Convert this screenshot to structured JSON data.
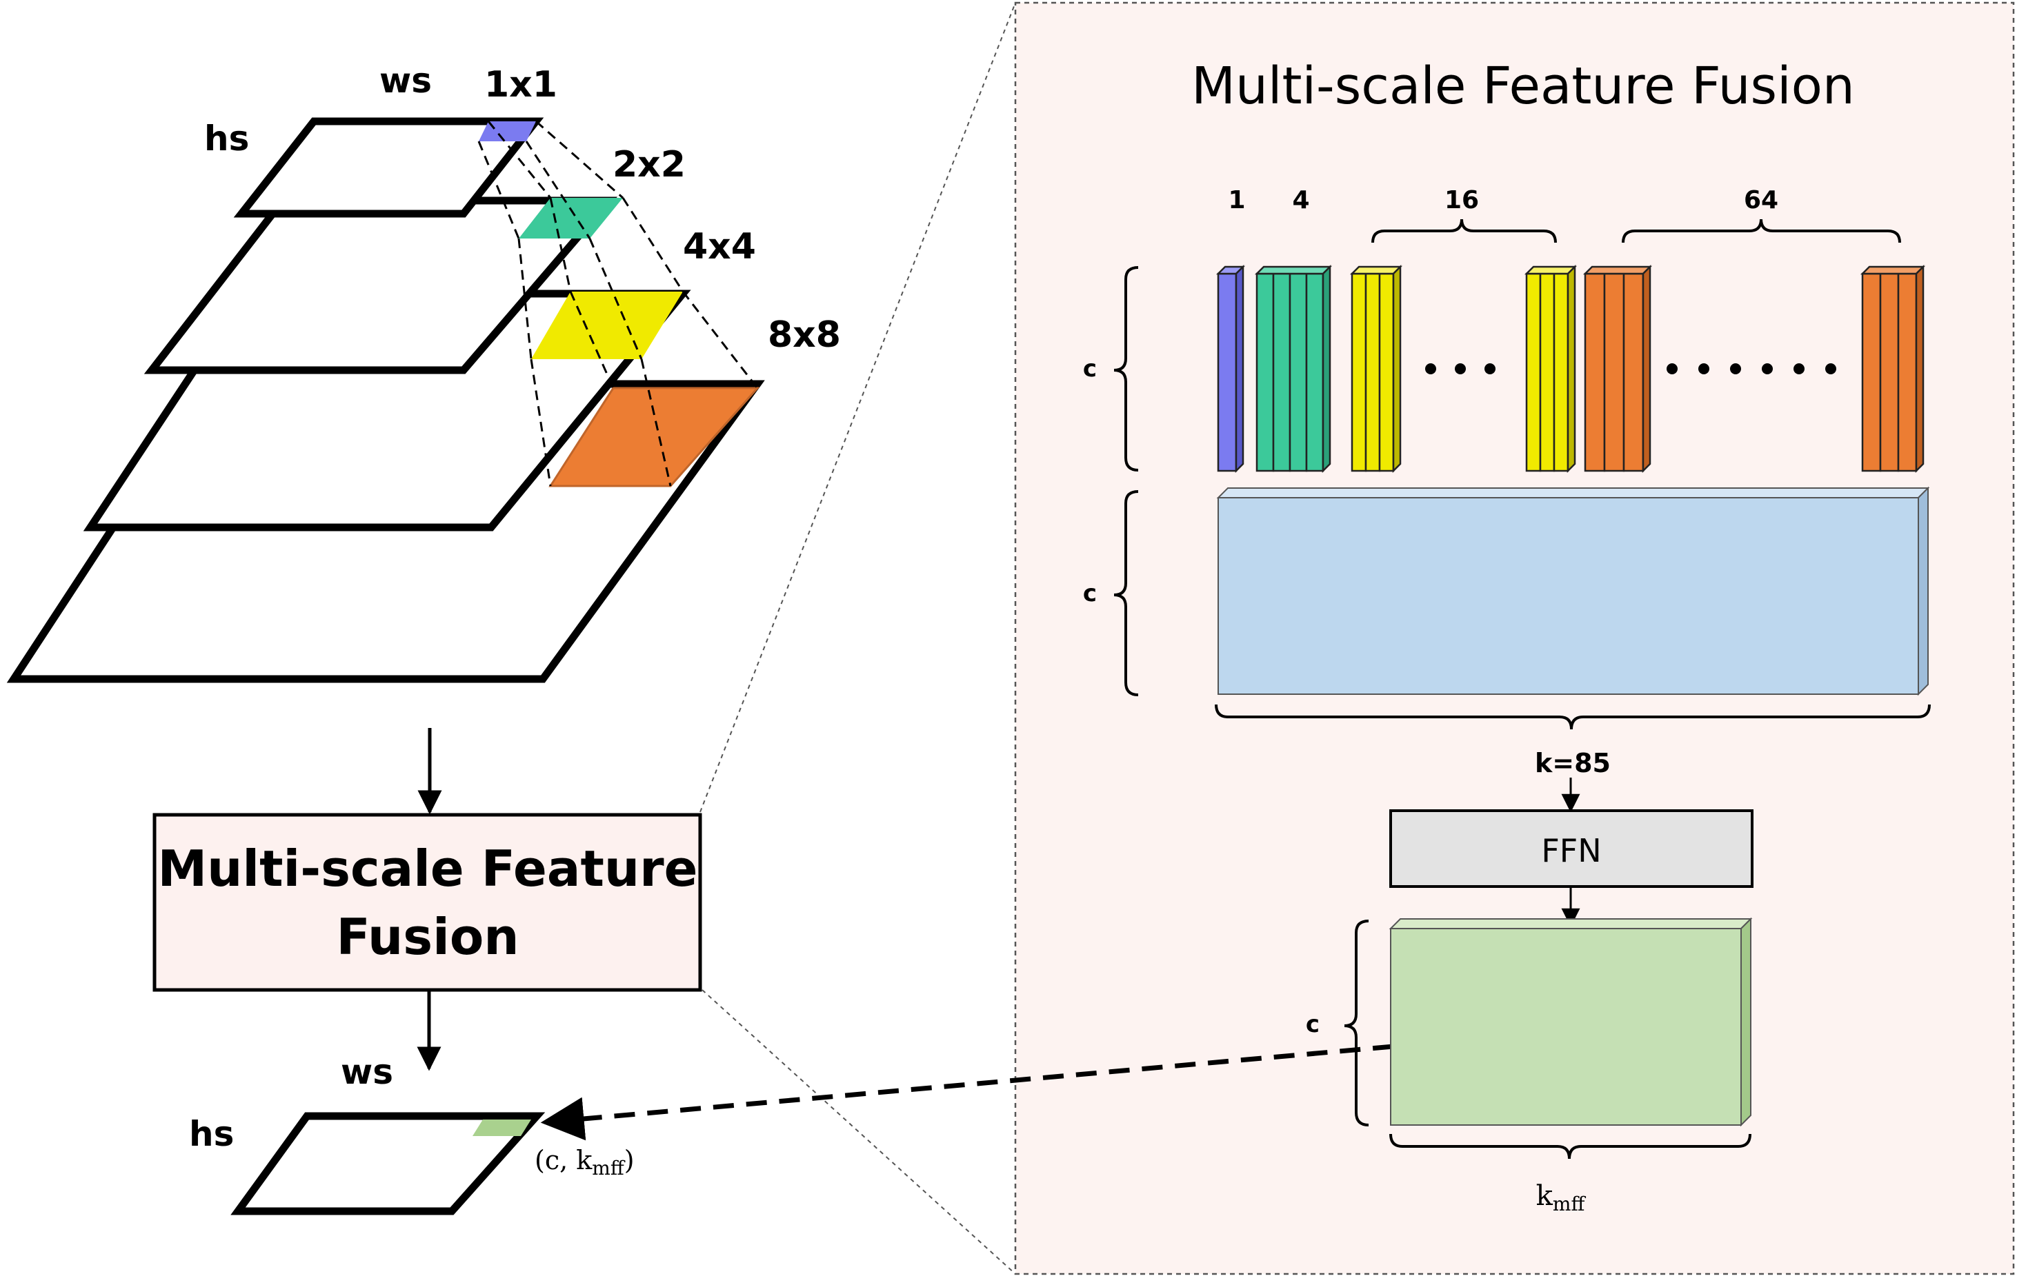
{
  "pyramid": {
    "width_label": "ws",
    "height_label": "hs",
    "scales": [
      "1x1",
      "2x2",
      "4x4",
      "8x8"
    ],
    "scale_colors": [
      "#7b7bf0",
      "#3cc99a",
      "#f0ea00",
      "#ec7d33"
    ]
  },
  "fusion_box": {
    "line1": "Multi-scale Feature",
    "line2": "Fusion",
    "fill": "#fdf1ef"
  },
  "output_map": {
    "width_label": "ws",
    "height_label": "hs",
    "cell_label": "(c, k",
    "cell_sub": "mff",
    "cell_close": ")",
    "cell_color": "#a9d18e"
  },
  "detail_panel": {
    "title": "Multi-scale Feature Fusion",
    "background": "#fdf3f1",
    "group_counts": [
      "1",
      "4",
      "16",
      "64"
    ],
    "channel_label": "c",
    "ellipsis": "• • •",
    "ellipsis_long": "• • • • • •",
    "concat_count": "k=85",
    "concat_color": "#bdd7ee",
    "ffn_label": "FFN",
    "ffn_color": "#e3e3e3",
    "output_channel_label": "c",
    "output_width_main": "k",
    "output_width_sub": "mff",
    "output_color": "#c5e0b4"
  }
}
